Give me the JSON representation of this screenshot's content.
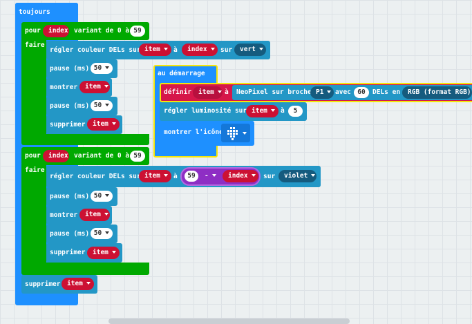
{
  "main": {
    "toujours_label": "toujours",
    "loop1": {
      "pour": "pour",
      "var": "index",
      "variant": "variant de 0 à",
      "to": "59",
      "faire": "faire",
      "set_color": {
        "label": "régler couleur DELs sur",
        "strip": "item",
        "a": "à",
        "index": "index",
        "sur": "sur",
        "color": "vert"
      },
      "pause1": {
        "label": "pause (ms)",
        "value": "50"
      },
      "show": {
        "label": "montrer",
        "strip": "item"
      },
      "pause2": {
        "label": "pause (ms)",
        "value": "50"
      },
      "clear": {
        "label": "supprimer",
        "strip": "item"
      }
    },
    "loop2": {
      "pour": "pour",
      "var": "index",
      "variant": "variant de 0 à",
      "to": "59",
      "faire": "faire",
      "set_color": {
        "label": "régler couleur DELs sur",
        "strip": "item",
        "a": "à",
        "lhs": "59",
        "op": "-",
        "rhs": "index",
        "sur": "sur",
        "color": "violet"
      },
      "pause1": {
        "label": "pause (ms)",
        "value": "50"
      },
      "show": {
        "label": "montrer",
        "strip": "item"
      },
      "pause2": {
        "label": "pause (ms)",
        "value": "50"
      },
      "clear": {
        "label": "supprimer",
        "strip": "item"
      }
    },
    "clear_final": {
      "label": "supprimer",
      "strip": "item"
    }
  },
  "start": {
    "label": "au démarrage",
    "define": {
      "label": "définir",
      "var": "item",
      "a": "à",
      "neo": "NeoPixel sur broche",
      "pin": "P1",
      "avec": "avec",
      "count": "60",
      "dels_en": "DELs en",
      "mode": "RGB (format RGB)"
    },
    "brightness": {
      "label": "régler luminosité sur",
      "strip": "item",
      "a": "à",
      "value": "5"
    },
    "icon": {
      "label": "montrer l'icône",
      "icon_name": "led-grid-icon"
    }
  },
  "colors": {
    "loops": "#00a900",
    "basic": "#1e90ff",
    "neopixel": "#2397c6",
    "variables": "#d6174a",
    "math": "#8e2ec4"
  }
}
